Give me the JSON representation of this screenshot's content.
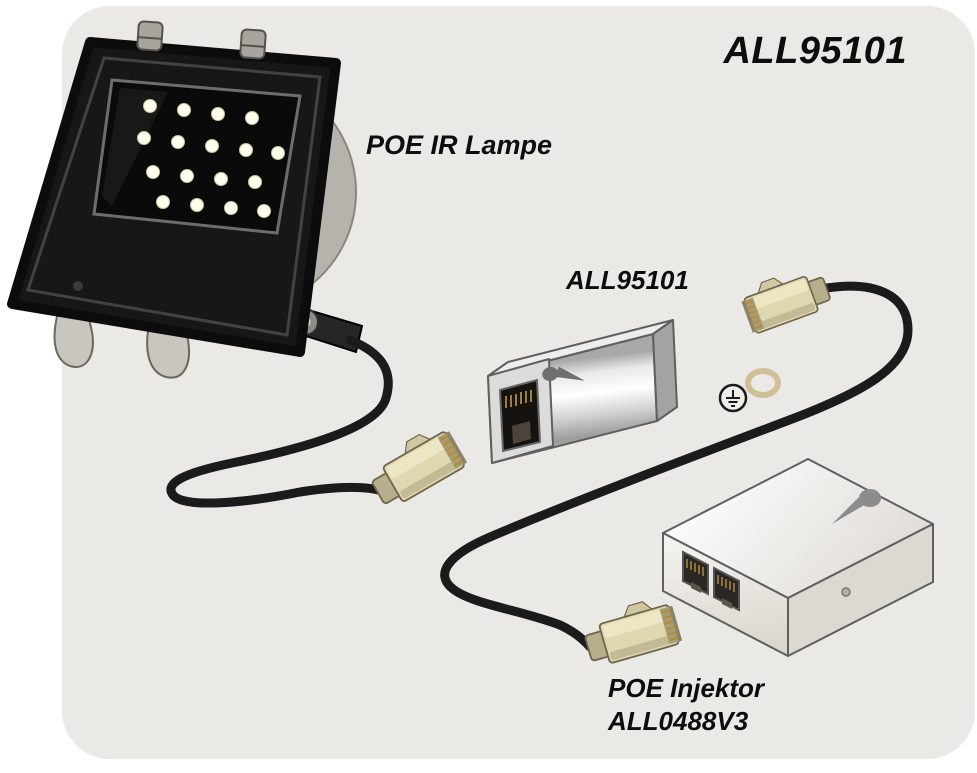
{
  "title": "ALL95101",
  "labels": {
    "lamp": "POE IR Lampe",
    "converter": "ALL95101",
    "injector_line1": "POE Injektor",
    "injector_line2": "ALL0488V3"
  },
  "colors": {
    "page_bg": "#ffffff",
    "panel_bg": "#ebe9e5",
    "text": "#0d0d0d",
    "cable": "#1b1b1b",
    "plug_body": "#ded7b0",
    "lamp_body": "#171717",
    "metal_silver": "#e8e8e8",
    "injector_white": "#f7f5f1",
    "ground_ring": "#cfc09a",
    "pin_gold": "#b98c28"
  },
  "icons": {
    "keyhole_logo": "manufacturer-keyhole-logo",
    "ground_symbol": "protective-earth-ground"
  }
}
